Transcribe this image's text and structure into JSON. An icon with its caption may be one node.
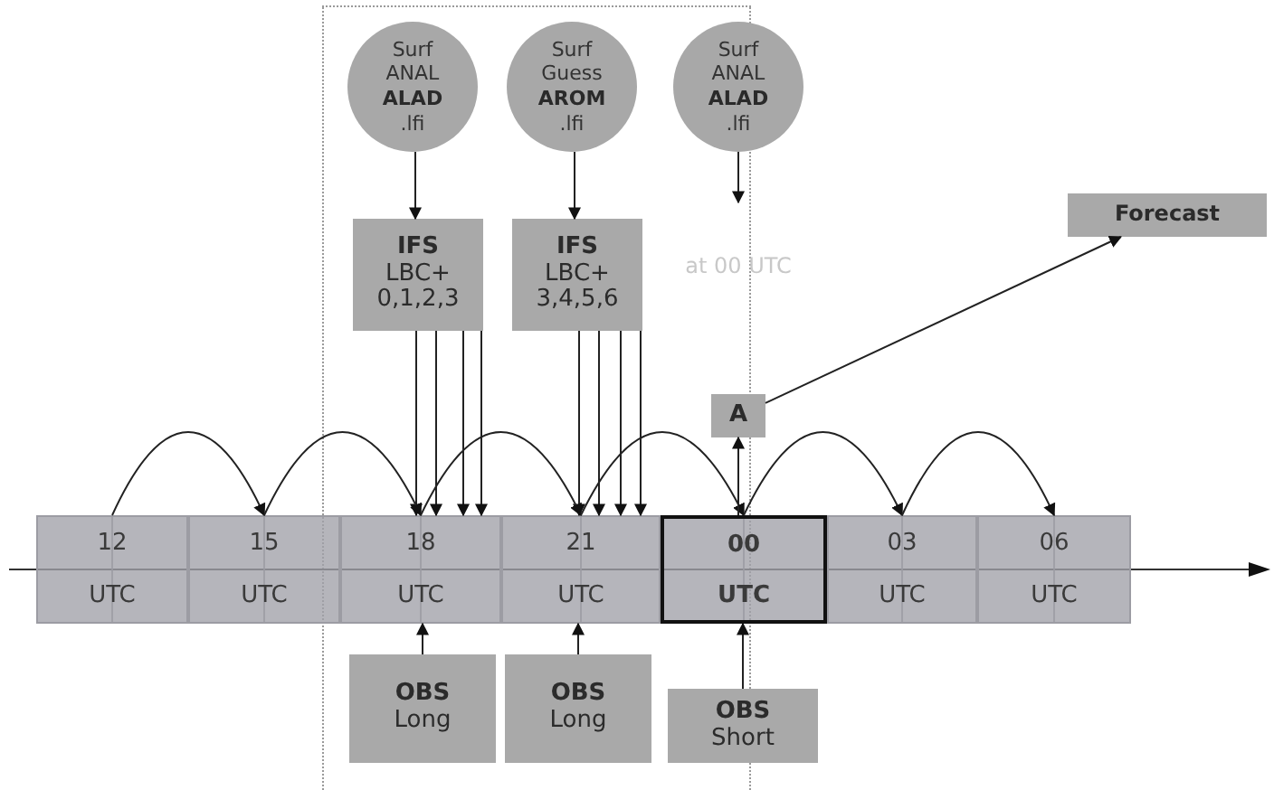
{
  "diagram": {
    "nodes": [
      {
        "text": [
          "Surf ANAL **ALAD** .lfi"
        ]
      },
      {
        "text": [
          "Surf Guess **AROM** .lfi"
        ]
      },
      {
        "text": [
          "Surf ANAL **ALAD** .lfi"
        ]
      },
      {
        "text": [
          "IFS",
          "LBC+ 0,1,2,3"
        ]
      },
      {
        "text": [
          "IFS",
          "LBC+ 3,4,5,6"
        ]
      },
      {
        "text": [
          "Forecast"
        ]
      },
      {
        "text": [
          "A"
        ]
      },
      {
        "text": [
          "12",
          "UTC"
        ]
      },
      {
        "text": [
          "15",
          "UTC"
        ]
      },
      {
        "text": [
          "18",
          "UTC"
        ]
      },
      {
        "text": [
          "21",
          "UTC"
        ]
      },
      {
        "text": [
          "00",
          "UTC"
        ]
      },
      {
        "text": [
          "03",
          "UTC"
        ]
      },
      {
        "text": [
          "06",
          "UTC"
        ]
      },
      {
        "text": [
          "OBS",
          "Long"
        ]
      },
      {
        "text": [
          "OBS",
          "Long"
        ]
      },
      {
        "text": [
          "OBS",
          "Short"
        ]
      }
    ],
    "edges": [
      {
        "from": 0,
        "to": 3,
        "arrow": "to"
      },
      {
        "from": 1,
        "to": 4,
        "arrow": "to"
      },
      {
        "from": 2,
        "to": null,
        "arrow": "to"
      },
      {
        "from": 3,
        "to": 9,
        "arrow": "to"
      },
      {
        "from": 3,
        "to": 9,
        "arrow": "to"
      },
      {
        "from": 3,
        "to": 9,
        "arrow": "to"
      },
      {
        "from": 3,
        "to": 9,
        "arrow": "to"
      },
      {
        "from": 4,
        "to": 10,
        "arrow": "to"
      },
      {
        "from": 4,
        "to": 10,
        "arrow": "to"
      },
      {
        "from": 4,
        "to": 10,
        "arrow": "to"
      },
      {
        "from": 4,
        "to": 10,
        "arrow": "to"
      },
      {
        "from": 7,
        "to": 8,
        "arrow": "to"
      },
      {
        "from": 8,
        "to": 9,
        "arrow": "to"
      },
      {
        "from": 9,
        "to": 10,
        "arrow": "to"
      },
      {
        "from": 10,
        "to": 11,
        "arrow": "to"
      },
      {
        "from": 11,
        "to": 12,
        "arrow": "to"
      },
      {
        "from": 12,
        "to": 13,
        "arrow": "to"
      },
      {
        "from": 11,
        "to": 6,
        "arrow": "to"
      },
      {
        "from": 6,
        "to": 5,
        "arrow": "to"
      },
      {
        "from": 14,
        "to": 9,
        "arrow": "to"
      },
      {
        "from": 15,
        "to": 10,
        "arrow": "to"
      },
      {
        "from": 16,
        "to": 11,
        "arrow": "to"
      }
    ],
    "labels": [
      "at 00 UTC"
    ]
  }
}
